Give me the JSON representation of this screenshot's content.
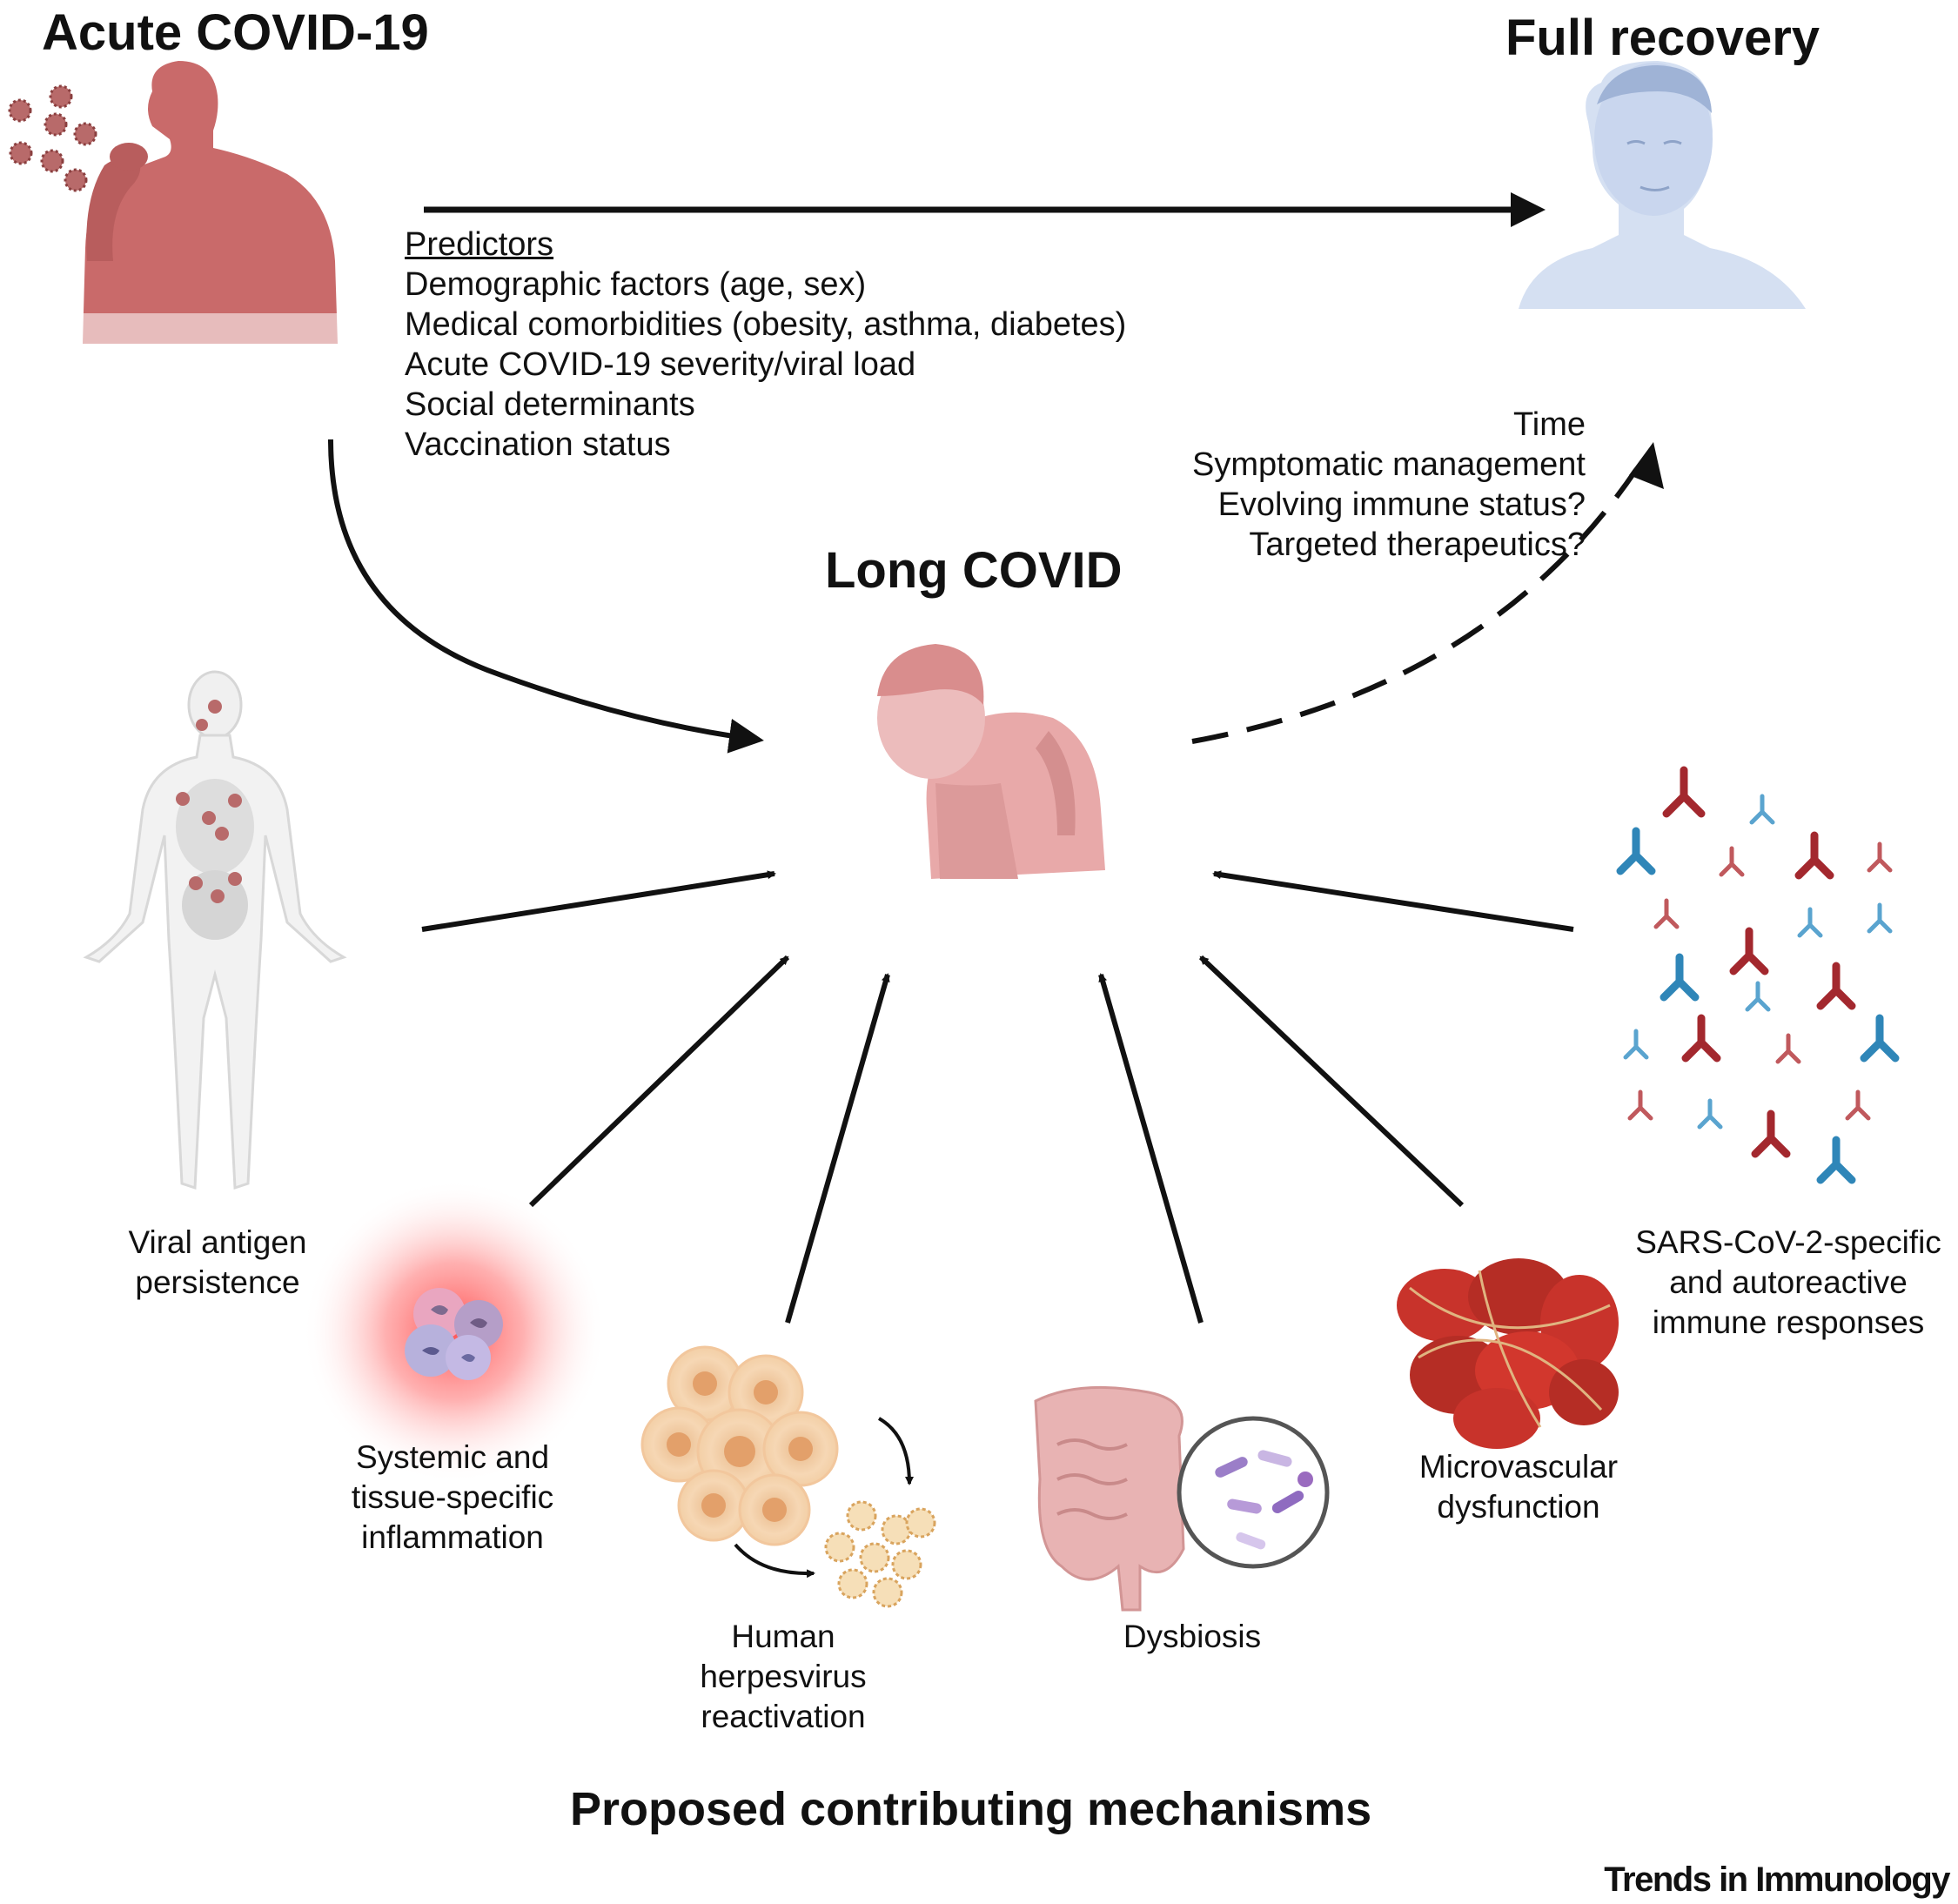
{
  "titles": {
    "acute": "Acute COVID-19",
    "recovery": "Full recovery",
    "long_covid": "Long COVID",
    "mechanisms": "Proposed contributing mechanisms"
  },
  "predictors": {
    "heading": "Predictors",
    "items": [
      "Demographic factors (age, sex)",
      "Medical comorbidities (obesity, asthma, diabetes)",
      "Acute COVID-19 severity/viral load",
      "Social determinants",
      "Vaccination status"
    ]
  },
  "recovery_factors": [
    "Time",
    "Symptomatic management",
    "Evolving immune status?",
    "Targeted therapeutics?"
  ],
  "mechanisms": {
    "viral_antigen": [
      "Viral antigen",
      "persistence"
    ],
    "inflammation": [
      "Systemic and",
      "tissue-specific",
      "inflammation"
    ],
    "herpesvirus": [
      "Human",
      "herpesvirus",
      "reactivation"
    ],
    "dysbiosis": [
      "Dysbiosis"
    ],
    "microvascular": [
      "Microvascular",
      "dysfunction"
    ],
    "immune": [
      "SARS-CoV-2-specific",
      "and autoreactive",
      "immune responses"
    ]
  },
  "journal": "Trends in Immunology",
  "colors": {
    "acute_person": "#c96a6a",
    "recovery_person": "#c9d6ee",
    "long_covid_person": "#e8a9a9",
    "antibody_red": "#a3282e",
    "antibody_blue": "#2f86b8",
    "arrow": "#111111"
  }
}
